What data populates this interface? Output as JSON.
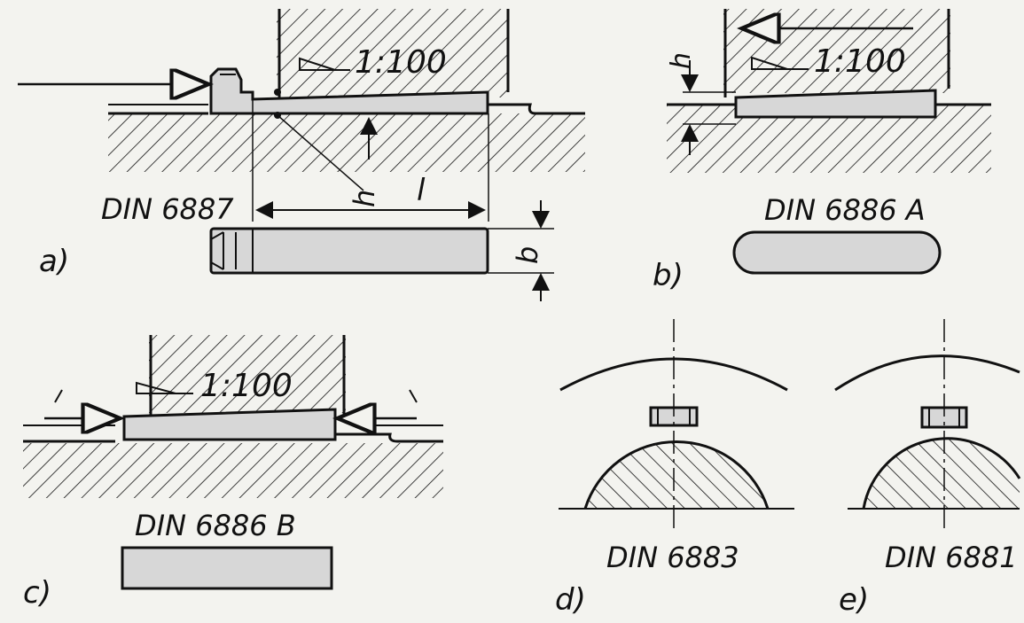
{
  "figure": {
    "panel_a": {
      "letter": "a)",
      "standard": "DIN 6887",
      "taper": "1:100",
      "dim_h": "h",
      "dim_l": "l",
      "dim_b": "b"
    },
    "panel_b": {
      "letter": "b)",
      "standard": "DIN 6886 A",
      "taper": "1:100",
      "dim_h": "h"
    },
    "panel_c": {
      "letter": "c)",
      "standard": "DIN 6886 B",
      "taper": "1:100"
    },
    "panel_d": {
      "letter": "d)",
      "standard": "DIN 6883"
    },
    "panel_e": {
      "letter": "e)",
      "standard": "DIN 6881"
    }
  },
  "colors": {
    "ink": "#111111",
    "paper": "#f3f3ef",
    "key_fill": "#d7d7d7"
  }
}
